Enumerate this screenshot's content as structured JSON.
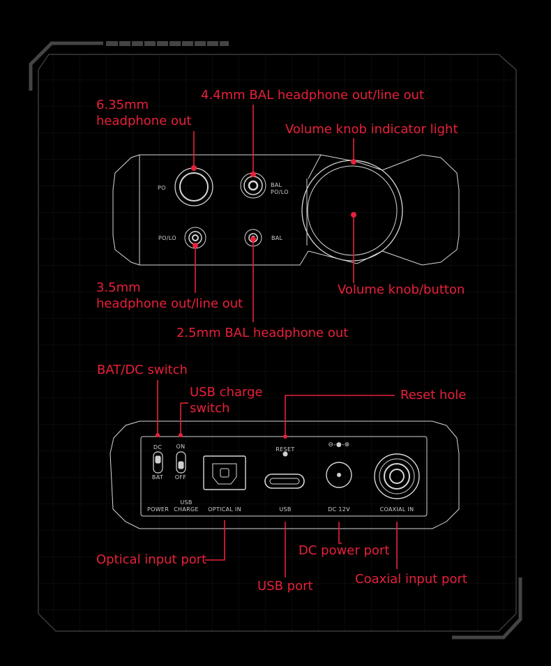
{
  "front_panel": {
    "callouts": {
      "jack_635_line1": "6.35mm",
      "jack_635_line2": "headphone out",
      "jack_44": "4.4mm BAL headphone out/line out",
      "knob_light": "Volume knob indicator light",
      "jack_35_line1": "3.5mm",
      "jack_35_line2": "headphone out/line out",
      "knob": "Volume knob/button",
      "jack_25": "2.5mm BAL headphone out"
    },
    "device_labels": {
      "po": "PO",
      "bal_po_lo_line1": "BAL",
      "bal_po_lo_line2": "PO/LO",
      "po_lo": "PO/LO",
      "bal": "BAL"
    }
  },
  "rear_panel": {
    "callouts": {
      "bat_dc_switch": "BAT/DC switch",
      "usb_charge_switch_line1": "USB charge",
      "usb_charge_switch_line2": "switch",
      "reset_hole": "Reset hole",
      "optical_port": "Optical input port",
      "dc_port": "DC power port",
      "usb_port": "USB port",
      "coaxial_port": "Coaxial input port"
    },
    "device_labels": {
      "dc": "DC",
      "bat": "BAT",
      "on": "ON",
      "off": "OFF",
      "reset": "RESET",
      "dc_polarity": "⊖-●-⊕",
      "power": "POWER",
      "usb_charge_line1": "USB",
      "usb_charge_line2": "CHARGE",
      "optical_in": "OPTICAL IN",
      "usb": "USB",
      "dc_12v": "DC 12V",
      "coaxial_in": "COAXIAL IN"
    }
  },
  "colors": {
    "accent": "#e8203a",
    "line": "#d8d8d8",
    "frame": "#3a3a3a",
    "background": "#000000"
  }
}
